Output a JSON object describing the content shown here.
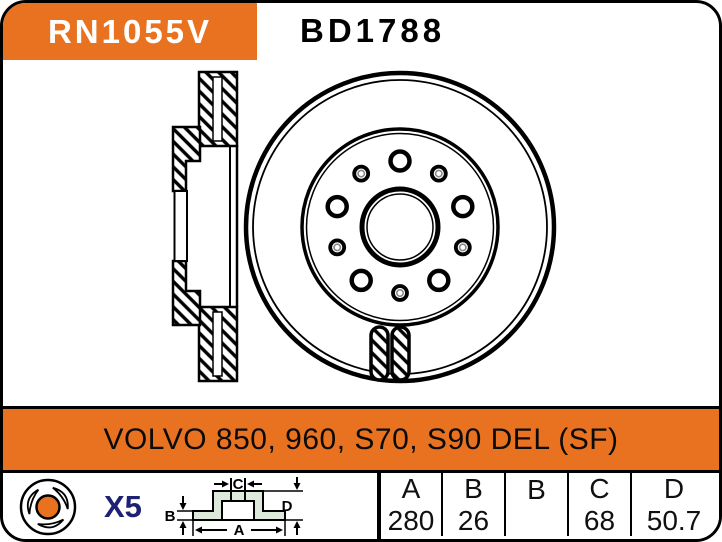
{
  "header": {
    "catalog_number": "RN1055V",
    "part_number": "BD1788"
  },
  "application": {
    "text": "VOLVO 850, 960, S70, S90 DEL (SF)"
  },
  "footer": {
    "bolt_pattern": "X5",
    "diagram_labels": {
      "a": "A",
      "b": "B",
      "c": "C",
      "d": "D"
    },
    "table": {
      "headers": [
        "A",
        "B",
        "B",
        "C",
        "D"
      ],
      "values": [
        "280",
        "26",
        "",
        "68",
        "50.7"
      ]
    }
  },
  "colors": {
    "accent_orange": "#E8721F",
    "bolt_count_navy": "#1E2173",
    "diagram_fill": "#DCE9DB",
    "line_black": "#000000"
  }
}
